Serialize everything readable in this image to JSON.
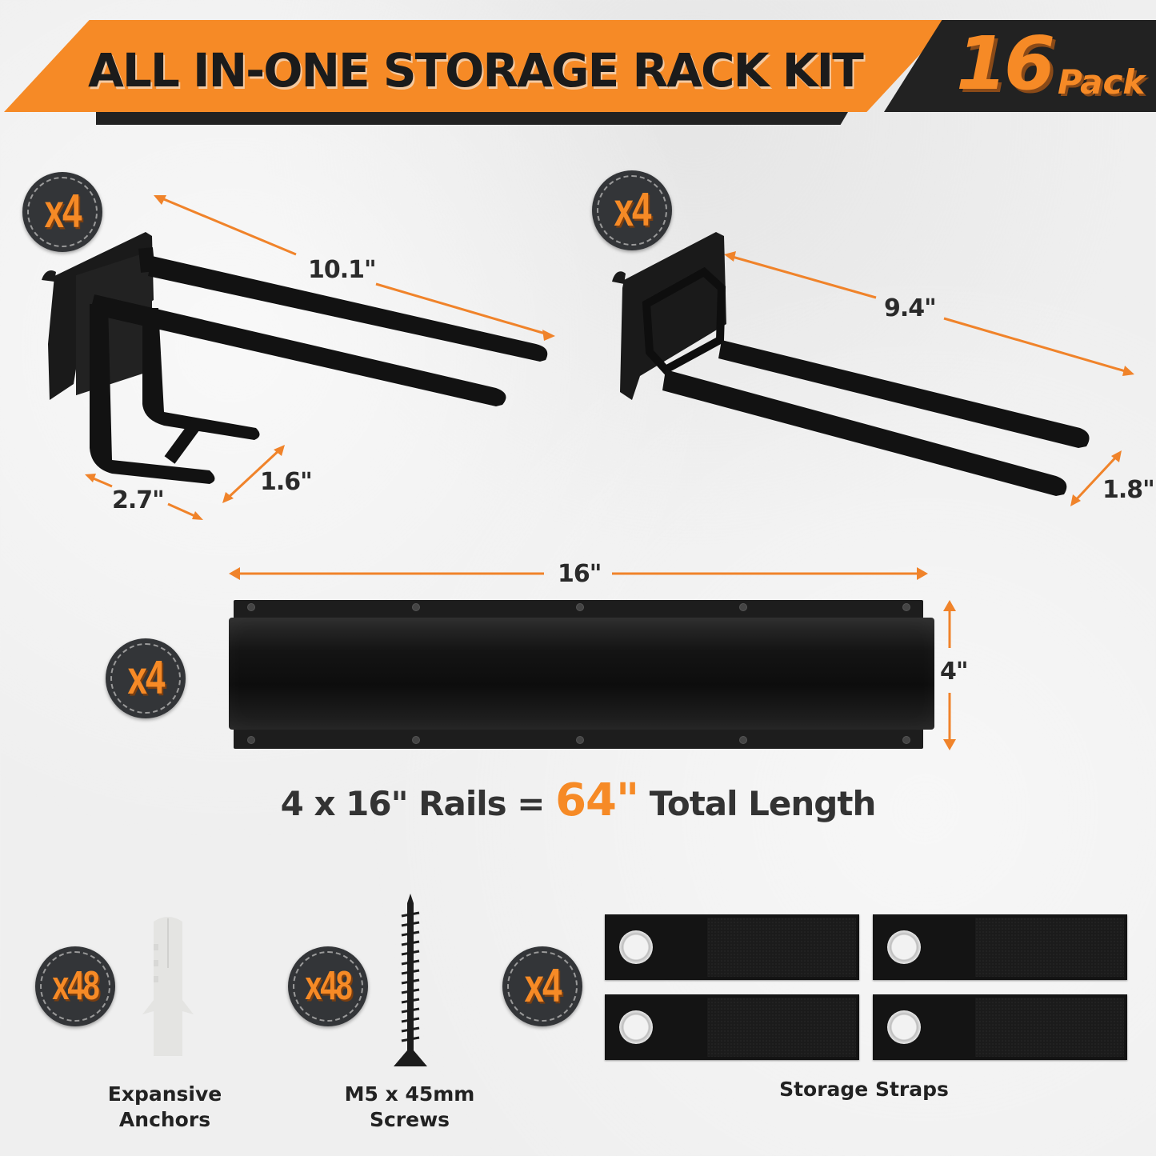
{
  "header": {
    "title": "ALL IN-ONE STORAGE RACK KIT",
    "pack_count": "16",
    "pack_label": "Pack"
  },
  "colors": {
    "accent_orange": "#f68a26",
    "dark": "#222222",
    "badge_bg": "#333538",
    "background": "#efefef"
  },
  "items": {
    "double_hook": {
      "quantity": "x4",
      "length": "10.1\"",
      "lower_width": "2.7\"",
      "lower_depth": "1.6\""
    },
    "long_hook": {
      "quantity": "x4",
      "length": "9.4\"",
      "width": "1.8\""
    },
    "rail": {
      "quantity": "x4",
      "length": "16\"",
      "height": "4\"",
      "total_prefix": "4 x 16\" Rails =",
      "total_value": "64\"",
      "total_suffix": "Total Length"
    },
    "anchors": {
      "quantity": "x48",
      "caption_line1": "Expansive",
      "caption_line2": "Anchors"
    },
    "screws": {
      "quantity": "x48",
      "caption_line1": "M5 x 45mm",
      "caption_line2": "Screws"
    },
    "straps": {
      "quantity": "x4",
      "caption": "Storage Straps"
    }
  }
}
